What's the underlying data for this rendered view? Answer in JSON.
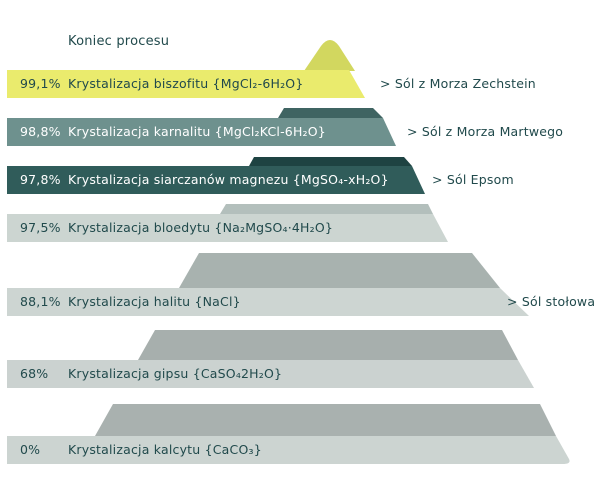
{
  "title": "Koniec procesu",
  "colors": {
    "background": "#ffffff",
    "text_dark": "#214a4c",
    "text_light": "#ffffff"
  },
  "stages": [
    {
      "pct": "99,1%",
      "label": "Krystalizacja biszofitu {MgCl₂-6H₂O}",
      "annotation": "> Sól z Morza Zechstein",
      "band_color": "#eaeb6d",
      "cap_color": "#d2d75f",
      "text_color": "#214a4c"
    },
    {
      "pct": "98,8%",
      "label": "Krystalizacja karnalitu {MgCl₂KCl-6H₂O}",
      "annotation": "> Sól z Morza Martwego",
      "band_color": "#6e918e",
      "cap_color": "#3f6462",
      "text_color": "#ffffff"
    },
    {
      "pct": "97,8%",
      "label": "Krystalizacja siarczanów magnezu {MgSO₄-xH₂O}",
      "annotation": "> Sól Epsom",
      "band_color": "#305c5a",
      "cap_color": "#1e4342",
      "text_color": "#ffffff"
    },
    {
      "pct": "97,5%",
      "label": "Krystalizacja bloedytu {Na₂MgSO₄·4H₂O}",
      "annotation": "",
      "band_color": "#ccd5d1",
      "cap_color": "#b3bfbc",
      "text_color": "#214a4c"
    },
    {
      "pct": "88,1%",
      "label": "Krystalizacja halitu {NaCl}",
      "annotation": "> Sól stołowa",
      "band_color": "#cdd5d2",
      "cap_color": "#a8b2af",
      "text_color": "#214a4c"
    },
    {
      "pct": "68%",
      "label": "Krystalizacja gipsu {CaSO₄2H₂O}",
      "annotation": "",
      "band_color": "#cbd2d0",
      "cap_color": "#a7afad",
      "text_color": "#214a4c"
    },
    {
      "pct": "0%",
      "label": "Krystalizacja kalcytu {CaCO₃}",
      "annotation": "",
      "band_color": "#ccd4d1",
      "cap_color": "#a9b1af",
      "text_color": "#214a4c"
    }
  ]
}
